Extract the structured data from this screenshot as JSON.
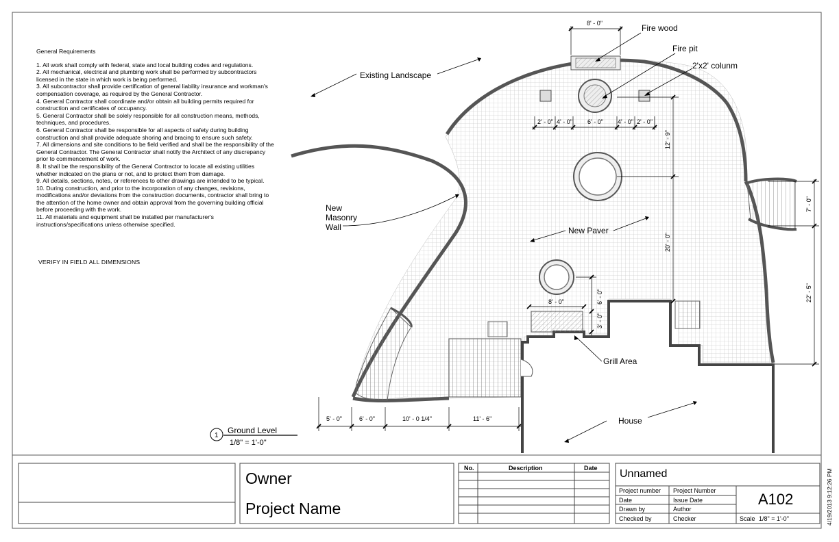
{
  "notes": {
    "heading": "General Requirements",
    "items": [
      "1. All work shall comply with federal, state and local building codes and regulations.",
      "2. All mechanical, electrical and plumbing work shall be performed by subcontractors licensed in the state in which work is being performed.",
      "3. All subcontractor shall provide certification of general liability insurance and workman's compensation coverage, as required by the General Contractor.",
      "4. General Contractor shall coordinate and/or obtain all building permits required for construction and certificates of occupancy.",
      "5. General Contractor shall be solely responsible for all construction means, methods, techniques, and procedures.",
      "6. General Contractor shall be responsible for all aspects of safety during building construction and shall provide adequate shoring and bracing to ensure such safety.",
      "7. All dimensions and site conditions to be field verified and shall be the responsibility of the General Contractor. The General Contractor shall notify the Architect of any discrepancy prior to commencement of work.",
      "8. It shall be the responsibility of the General Contractor to locate all existing utilities whether indicated on the plans or not, and to protect them from damage.",
      "9. All details, sections, notes, or references to other drawings are intended to be typical.",
      "10. During construction, and prior to the incorporation of any changes, revisions, modifications and/or deviations from the construction documents, contractor shall bring to the attention of the home owner and obtain approval from the governing building official before proceeding with the work.",
      "11. All materials and equipment shall be installed per manufacturer's instructions/specifications unless otherwise specified."
    ],
    "verify": "VERIFY IN FIELD ALL  DIMENSIONS"
  },
  "plan": {
    "labels": {
      "fire_wood": "Fire wood",
      "fire_pit": "Fire pit",
      "column": "2'x2' colunm",
      "existing_landscape": "Existing Landscape",
      "new_masonry_wall": [
        "New",
        "Masonry",
        "Wall"
      ],
      "new_paver": "New Paver",
      "grill_area": "Grill Area",
      "house": "House"
    },
    "dimensions": {
      "firewood_width": "8' - 0\"",
      "col_left": "2' - 0\"",
      "gap_left": "4' - 0\"",
      "firepit": "6' - 0\"",
      "gap_right": "4' - 0\"",
      "col_right": "2' - 0\"",
      "v_12_9": "12' - 9\"",
      "v_20_0": "20' - 0\"",
      "v_7_0": "7' - 0\"",
      "v_22_5": "22' - 5\"",
      "grill_width": "8' - 0\"",
      "grill_v6": "6' - 0\"",
      "grill_v3": "3' - 0\"",
      "b_5_0": "5' - 0\"",
      "b_6_0": "6' - 0\"",
      "b_10_0": "10' - 0 1/4\"",
      "b_11_6": "11' - 6\""
    },
    "view": {
      "number": "1",
      "name": "Ground Level",
      "scale": "1/8\" = 1'-0\""
    }
  },
  "title_block": {
    "owner": "Owner",
    "project_name": "Project Name",
    "revision_headers": {
      "no": "No.",
      "description": "Description",
      "date": "Date"
    },
    "sheet_name": "Unnamed",
    "rows": [
      {
        "label": "Project number",
        "value": "Project Number"
      },
      {
        "label": "Date",
        "value": "Issue Date"
      },
      {
        "label": "Drawn by",
        "value": "Author"
      },
      {
        "label": "Checked by",
        "value": "Checker"
      }
    ],
    "sheet_number": "A102",
    "scale_label": "Scale",
    "scale_value": "1/8\" = 1'-0\"",
    "timestamp": "4/19/2013 9:12:26 PM"
  }
}
